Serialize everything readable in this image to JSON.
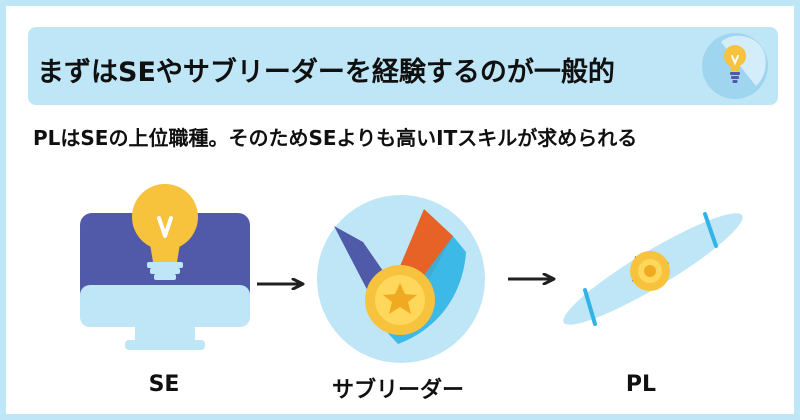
{
  "title": "まずはSEやサブリーダーを経験するのが一般的",
  "subtitle": "PLはSEの上位職種。そのためSEよりも高いITスキルが求められる",
  "stages": [
    {
      "label": "SE",
      "icon": "lightbulb-monitor-icon"
    },
    {
      "label": "サブリーダー",
      "icon": "medal-icon"
    },
    {
      "label": "PL",
      "icon": "diploma-scroll-icon"
    }
  ],
  "colors": {
    "frame": "#bfe6f6",
    "panel": "#ffffff",
    "monitor": "#505aa8",
    "bulb": "#f7c23c",
    "medal_blue": "#4f5aa8",
    "medal_orange": "#e66227",
    "scroll": "#bfe6f6"
  },
  "icons": {
    "title": "lightbulb-icon",
    "arrow": "right-arrow-icon"
  }
}
